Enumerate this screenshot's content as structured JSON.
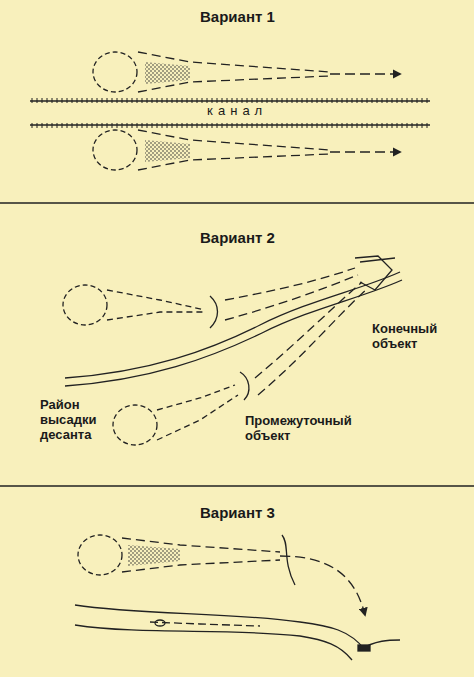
{
  "diagram": {
    "labels": [
      "Вариант 1",
      "канал",
      "Вариант 2",
      "Конечный объект",
      "Район высадки десанта",
      "Промежуточный объект",
      "Вариант 3"
    ]
  }
}
